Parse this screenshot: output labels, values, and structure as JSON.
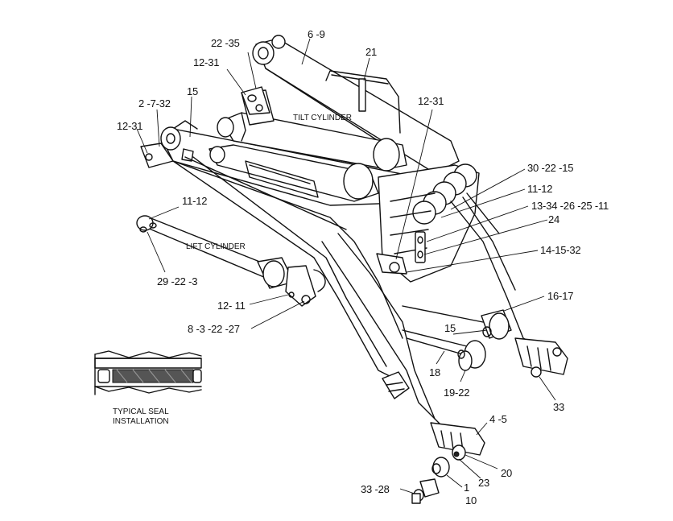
{
  "callouts": {
    "c_6_9": "6 -9",
    "c_22_35": "22 -35",
    "c_21": "21",
    "c_12_31_a": "12-31",
    "c_2_7_32": "2 -7-32",
    "c_15_a": "15",
    "c_12_31_b": "12-31",
    "c_12_31_c": "12-31",
    "c_30_22_15": "30 -22 -15",
    "c_11_12_a": "11-12",
    "c_13_34": "13-34 -26 -25 -11",
    "c_11_12_b": "11-12",
    "c_24": "24",
    "c_14_15_32": "14-15-32",
    "c_29_22_3": "29 -22 -3",
    "c_16_17": "16-17",
    "c_12_11": "12- 11",
    "c_8_3_22_27": "8 -3 -22 -27",
    "c_15_b": "15",
    "c_18": "18",
    "c_19_22": "19-22",
    "c_33_a": "33",
    "c_4_5": "4 -5",
    "c_20": "20",
    "c_23": "23",
    "c_33_28": "33 -28",
    "c_1": "1",
    "c_10": "10"
  },
  "captions": {
    "tilt_cylinder": "TILT CYLINDER",
    "lift_cylinder": "LIFT CYLINDER",
    "typical_seal_1": "TYPICAL SEAL",
    "typical_seal_2": "INSTALLATION"
  }
}
